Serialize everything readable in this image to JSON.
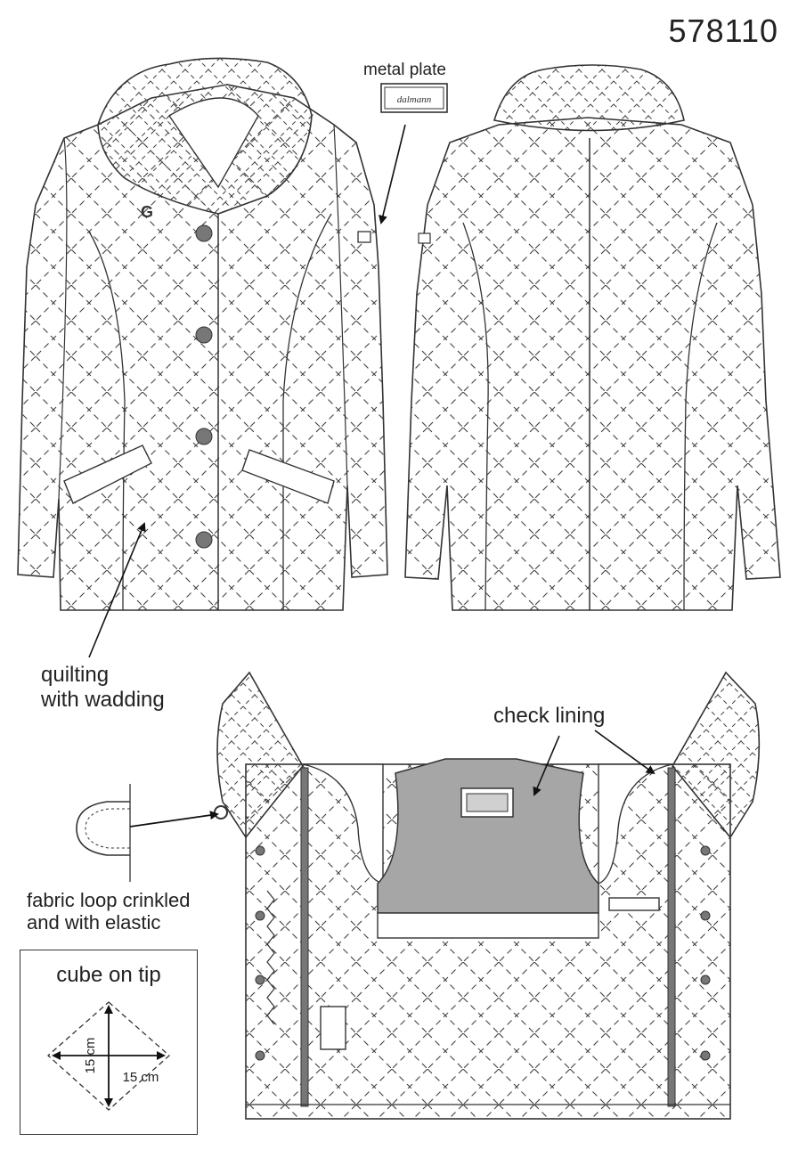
{
  "article_number": "578110",
  "labels": {
    "metal_plate": "metal plate",
    "plate_brand": "dalmann",
    "quilting": "quilting\nwith wadding",
    "check_lining": "check lining",
    "fabric_loop": "fabric loop crinkled\nand with elastic"
  },
  "cube_legend": {
    "title": "cube on tip",
    "vertical": "15 cm",
    "horizontal": "15 cm"
  },
  "colors": {
    "line": "#333333",
    "lining": "#a6a6a6",
    "button": "#777777"
  }
}
